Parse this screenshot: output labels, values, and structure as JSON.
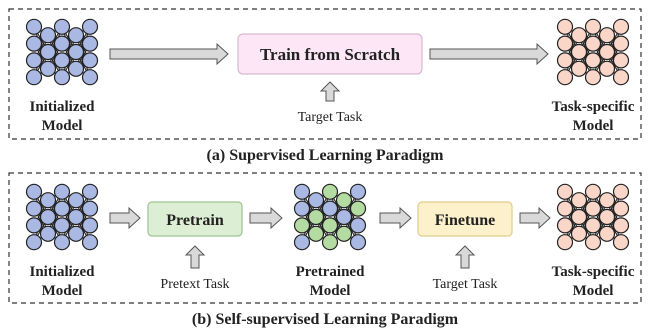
{
  "panel_a": {
    "caption": "(a) Supervised Learning Paradigm",
    "initialized_model_label": [
      "Initialized",
      "Model"
    ],
    "train_box_label": "Train from Scratch",
    "target_task_label": "Target Task",
    "task_specific_label": [
      "Task-specific",
      "Model"
    ]
  },
  "panel_b": {
    "caption": "(b) Self-supervised Learning Paradigm",
    "initialized_model_label": [
      "Initialized",
      "Model"
    ],
    "pretrain_box_label": "Pretrain",
    "pretext_task_label": "Pretext Task",
    "pretrained_model_label": [
      "Pretrained",
      "Model"
    ],
    "finetune_box_label": "Finetune",
    "target_task_label": "Target Task",
    "task_specific_label": [
      "Task-specific",
      "Model"
    ]
  },
  "colors": {
    "initialized_node": "#aab9e3",
    "task_node": "#f9d6c8",
    "pretrained_green": "#b4dba2",
    "pretrained_blue": "#aab9e3",
    "train_box_fill": "#fde7f7",
    "train_box_stroke": "#d8b9d2",
    "pretrain_box_fill": "#dcefd4",
    "pretrain_box_stroke": "#9fc391",
    "finetune_box_fill": "#fdf1cc",
    "finetune_box_stroke": "#e0cc8b",
    "arrow_fill": "#d9d9d9",
    "arrow_stroke": "#555555"
  }
}
